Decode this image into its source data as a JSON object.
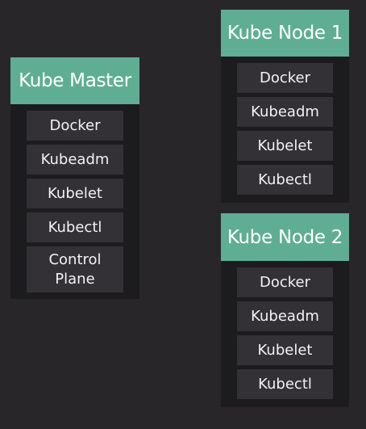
{
  "nodes": {
    "master": {
      "title": "Kube Master",
      "components": [
        "Docker",
        "Kubeadm",
        "Kubelet",
        "Kubectl",
        "Control\nPlane"
      ]
    },
    "node1": {
      "title": "Kube Node 1",
      "components": [
        "Docker",
        "Kubeadm",
        "Kubelet",
        "Kubectl"
      ]
    },
    "node2": {
      "title": "Kube Node 2",
      "components": [
        "Docker",
        "Kubeadm",
        "Kubelet",
        "Kubectl"
      ]
    }
  },
  "colors": {
    "background": "#29262a",
    "node_panel": "#1c1b1d",
    "header": "#5fae94",
    "component": "#333036",
    "text": "#f2f2f2"
  }
}
